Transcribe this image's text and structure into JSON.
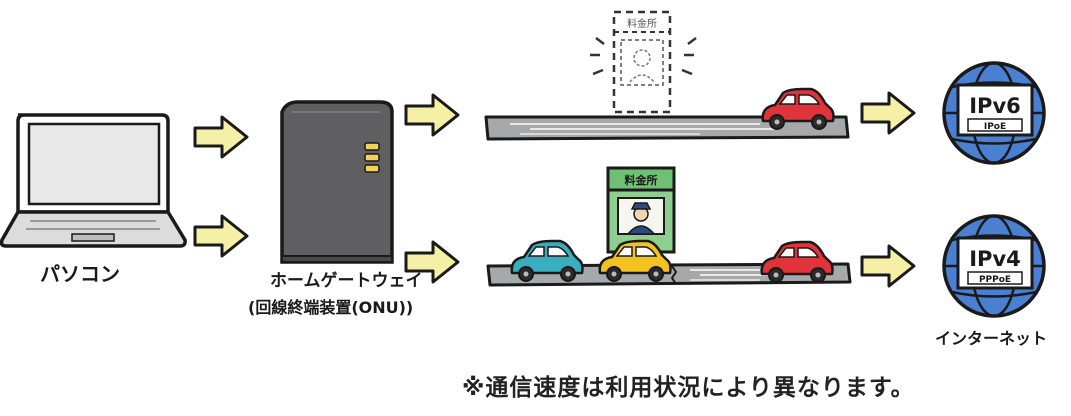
{
  "labels": {
    "pc": "パソコン",
    "home_gateway": "ホームゲートウェイ",
    "onu": "(回線終端装置(ONU))",
    "internet": "インターネット",
    "note": "※通信速度は利用状況により異なります。"
  },
  "upper_route": {
    "protocol": "IPv6",
    "method": "IPoE",
    "booth_sign": "料金所"
  },
  "lower_route": {
    "protocol": "IPv4",
    "method": "PPPoE",
    "booth_sign": "料金所"
  },
  "colors": {
    "arrow_fill": "#f5f0a6",
    "outline": "#1a1a1a",
    "road": "#9ea1a4",
    "car_red": "#e0343a",
    "car_teal": "#3aaec0",
    "car_yellow": "#f2c21e",
    "booth_green": "#8ecf8f",
    "globe_blue": "#4a7fd2",
    "gateway": "#5f5f61",
    "gateway_led": "#f0d35b"
  }
}
